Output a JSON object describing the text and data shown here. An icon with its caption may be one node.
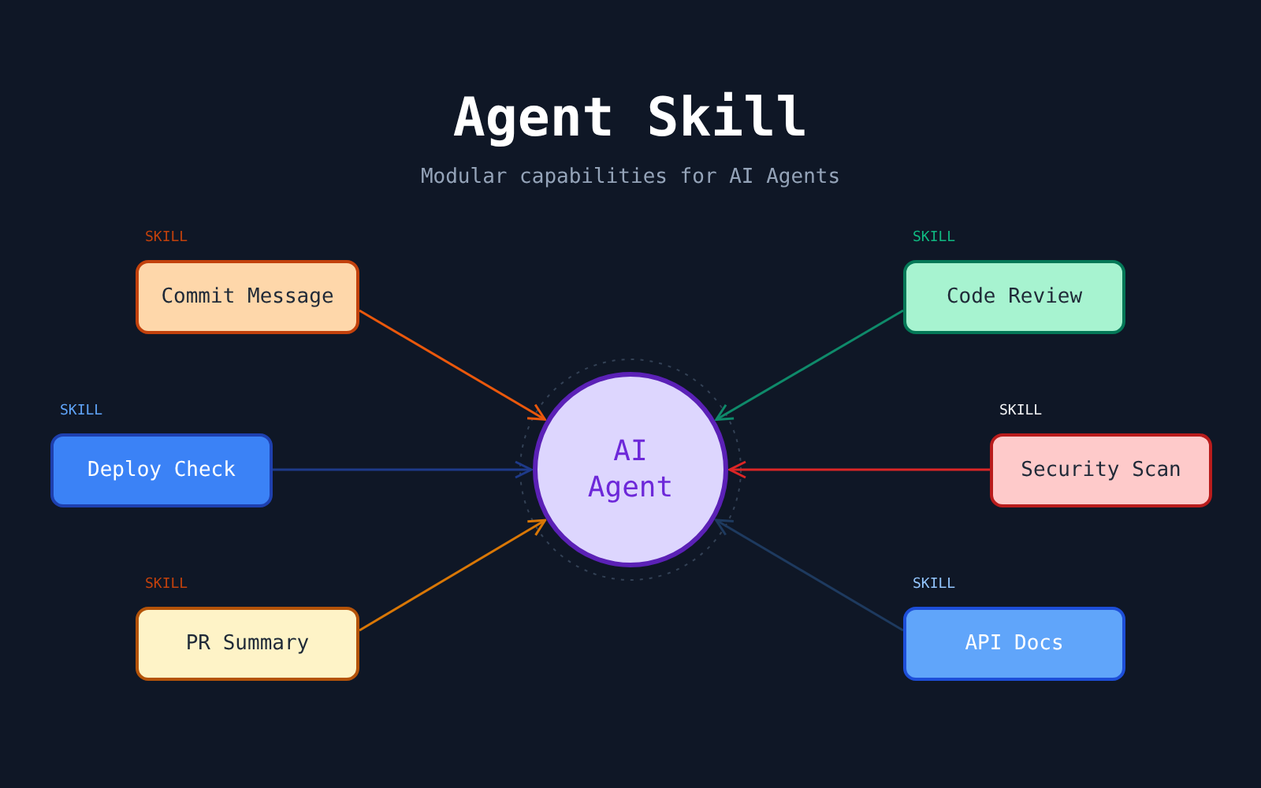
{
  "diagram": {
    "title": "Agent Skill",
    "caption": "Modular capabilities for AI Agents",
    "nodes": [
      {
        "text": [
          "SKILL",
          "Commit Message"
        ]
      },
      {
        "text": [
          "SKILL",
          "Code Review"
        ]
      },
      {
        "text": [
          "SKILL",
          "Deploy Check"
        ]
      },
      {
        "text": [
          "AI Agent"
        ]
      },
      {
        "text": [
          "SKILL",
          "Security Scan"
        ]
      },
      {
        "text": [
          "SKILL",
          "PR Summary"
        ]
      },
      {
        "text": [
          "SKILL",
          "API Docs"
        ]
      }
    ],
    "edges": [
      {
        "from": 0,
        "to": 3,
        "arrow": "to",
        "color": "#ea580c"
      },
      {
        "from": 1,
        "to": 3,
        "arrow": "to",
        "color": "#0f8a6a"
      },
      {
        "from": 2,
        "to": 3,
        "arrow": "to",
        "color": "#1e3a8a"
      },
      {
        "from": 4,
        "to": 3,
        "arrow": "to",
        "color": "#dc2626"
      },
      {
        "from": 5,
        "to": 3,
        "arrow": "to",
        "color": "#d97706"
      },
      {
        "from": 6,
        "to": 3,
        "arrow": "to",
        "color": "#1e3a5f"
      }
    ]
  }
}
